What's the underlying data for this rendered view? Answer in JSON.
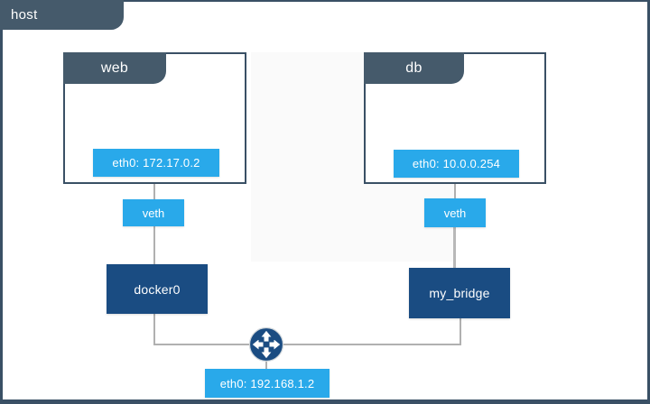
{
  "host": {
    "label": "host",
    "interface_ip": "eth0: 192.168.1.2"
  },
  "containers": [
    {
      "name": "web",
      "interface_ip": "eth0: 172.17.0.2",
      "veth_label": "veth",
      "bridge": "docker0"
    },
    {
      "name": "db",
      "interface_ip": "eth0: 10.0.0.254",
      "veth_label": "veth",
      "bridge": "my_bridge"
    }
  ],
  "icons": {
    "router": "crossed-arrows-router-icon"
  },
  "colors": {
    "slate": "#455A6B",
    "frame_border": "#3A5065",
    "box_border": "#3A5065",
    "accent_blue": "#29A9EA",
    "navy": "#1A4C82",
    "connector_gray": "#B0B0B0",
    "background": "#FFFFFF",
    "text_light": "#FFFFFF"
  }
}
